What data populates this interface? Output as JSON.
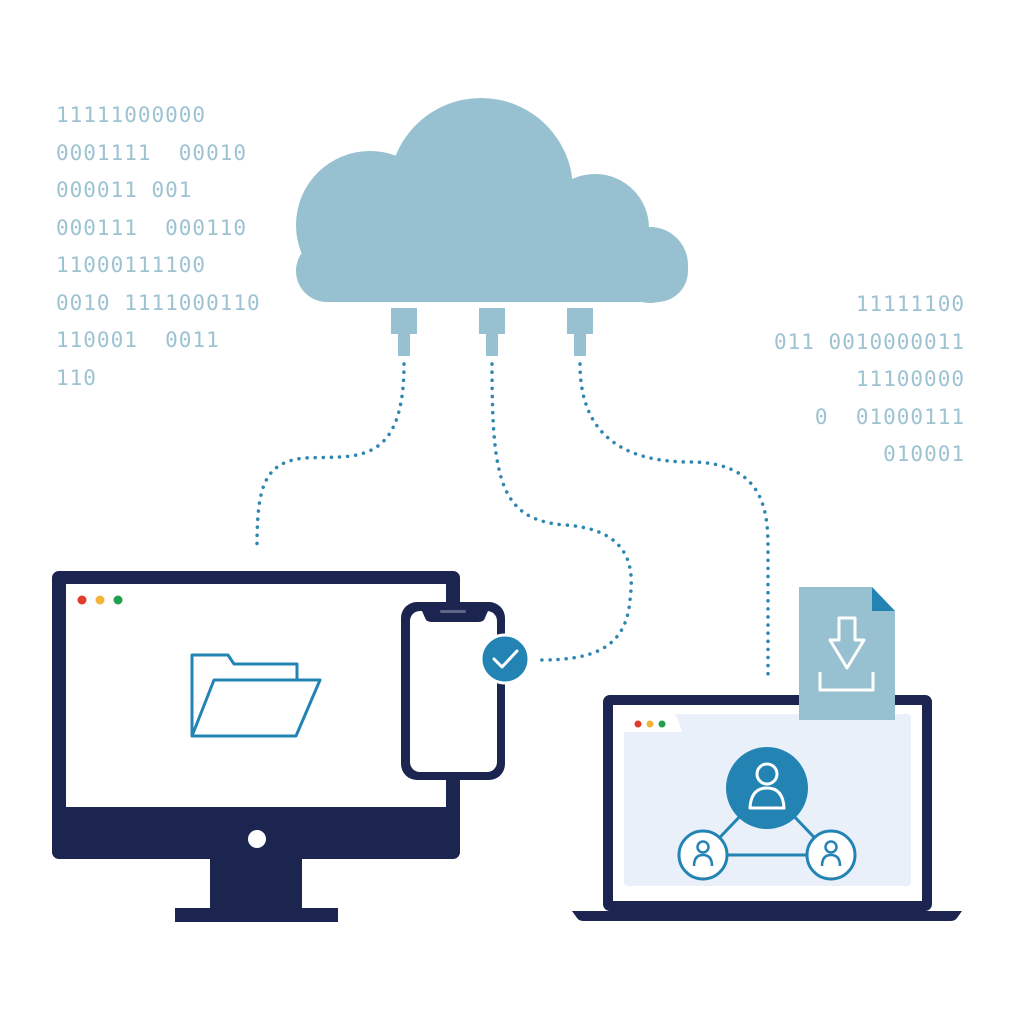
{
  "binary_left": [
    "11111000000",
    "0001111  00010",
    "000011 001",
    "000111  000110",
    "11000111100",
    "0010 1111000110",
    "110001  0011",
    "110"
  ],
  "binary_right": [
    "11111100",
    "011 0010000011",
    "11100000",
    "0  01000111",
    "010001"
  ],
  "colors": {
    "cloud": "#97c1d0",
    "binary_text": "#9dc3d2",
    "navy": "#1c2550",
    "accent_blue": "#2384b4",
    "dotted_line": "#2f86ae",
    "screen_bg": "#eaf0f9",
    "dot_red": "#e23b2e",
    "dot_yellow": "#f4b43a",
    "dot_green": "#22a04b"
  },
  "icons": {
    "cloud": "cloud-icon",
    "connectors": "plug-connector-icon",
    "folder": "open-folder-icon",
    "check": "checkmark-icon",
    "download": "download-document-icon",
    "users": "user-network-icon"
  }
}
